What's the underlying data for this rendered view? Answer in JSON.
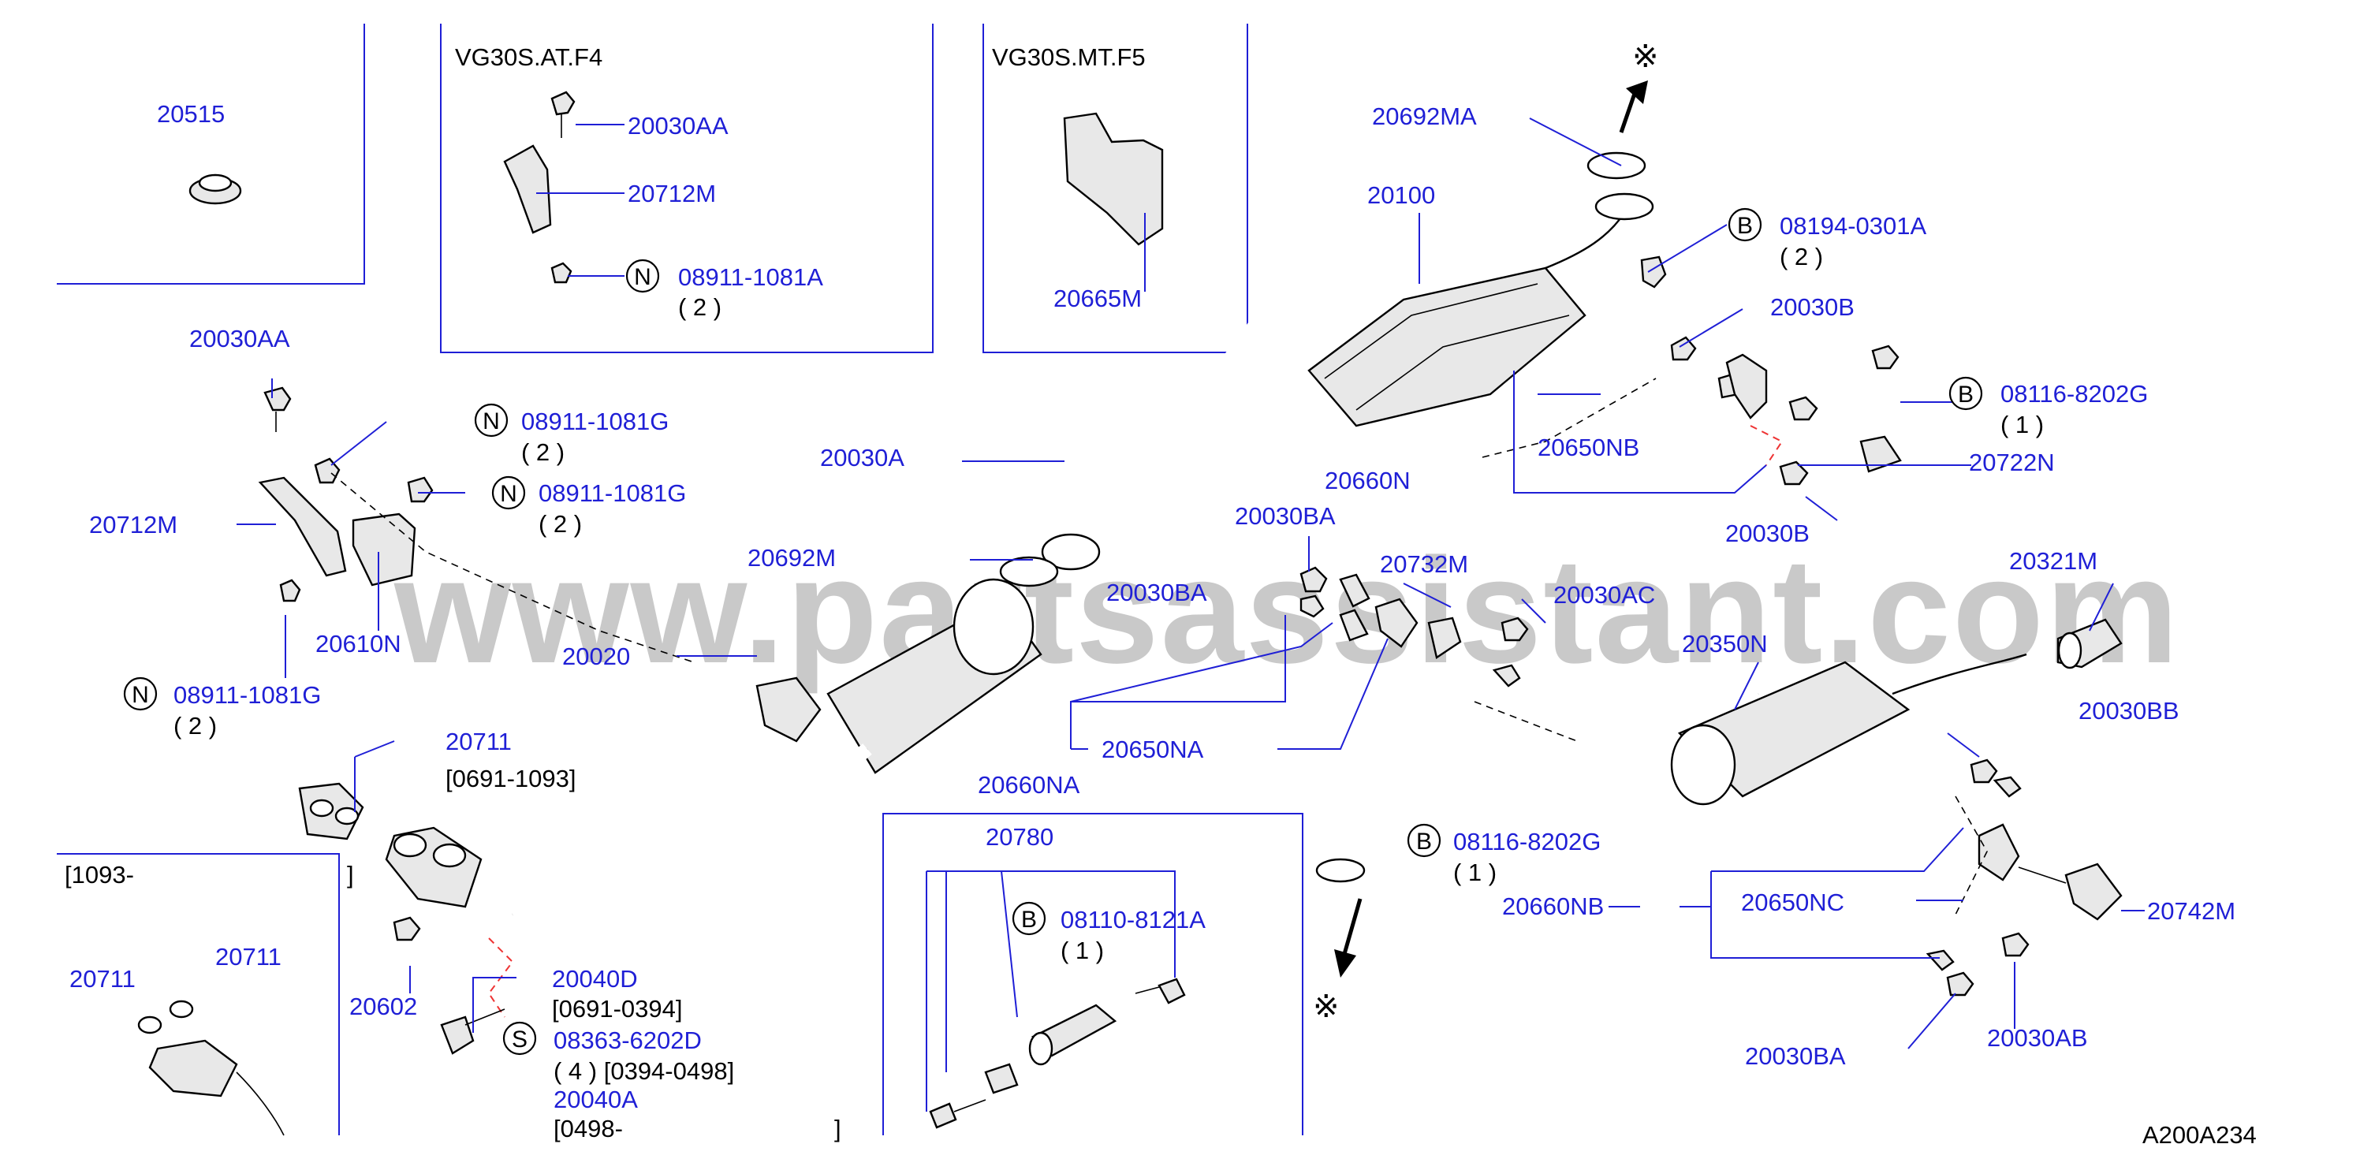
{
  "diagram": {
    "drawing_code": "A200A234",
    "watermark": "www.partsassistant.com",
    "continuation_symbol": "※",
    "boxes": {
      "at_header": "VG30S.AT.F4",
      "mt_header": "VG30S.MT.F5"
    },
    "parts": {
      "p20515": "20515",
      "p20030AA_box": "20030AA",
      "p20712M_box": "20712M",
      "p08911_1081A": "08911-1081A",
      "qty_08911_1081A": "( 2 )",
      "p20665M": "20665M",
      "p20692MA": "20692MA",
      "p20100": "20100",
      "p08194_0301A": "08194-0301A",
      "qty_08194_0301A": "( 2 )",
      "p20030B_top": "20030B",
      "p08116_8202G_top": "08116-8202G",
      "qty_08116_8202G_top": "( 1 )",
      "p20722N": "20722N",
      "p20030B_bottom": "20030B",
      "p20650NB": "20650NB",
      "p20660N": "20660N",
      "p20030AA_left": "20030AA",
      "p08911_1081G_a": "08911-1081G",
      "qty_08911_1081G_a": "( 2 )",
      "p08911_1081G_b": "08911-1081G",
      "qty_08911_1081G_b": "( 2 )",
      "p20712M_left": "20712M",
      "p20030A": "20030A",
      "p20692M": "20692M",
      "p20030BA_top": "20030BA",
      "p20030BA_mid": "20030BA",
      "p20732M": "20732M",
      "p20030AC": "20030AC",
      "p20321M": "20321M",
      "p20610N": "20610N",
      "p20020": "20020",
      "p20350N": "20350N",
      "p08911_1081G_c": "08911-1081G",
      "qty_08911_1081G_c": "( 2 )",
      "p20650NA": "20650NA",
      "p20660NA": "20660NA",
      "p20030BB": "20030BB",
      "p20711": "20711",
      "date_20711": "[0691-1093]",
      "p08116_8202G_mid": "08116-8202G",
      "qty_08116_8202G_mid": "( 1 )",
      "p20660NB": "20660NB",
      "p20650NC": "20650NC",
      "p20742M": "20742M",
      "p20780": "20780",
      "p08110_8121A": "08110-8121A",
      "qty_08110_8121A": "( 1 )",
      "inset_date": "[1093-",
      "inset_bracket": "]",
      "p20711_a": "20711",
      "p20711_b": "20711",
      "p20602": "20602",
      "p20040D": "20040D",
      "date_20040D": "[0691-0394]",
      "p08363_6202D": "08363-6202D",
      "qty_08363_6202D": "( 4 ) [0394-0498]",
      "p20040A": "20040A",
      "date_20040A": "[0498-",
      "date_20040A_close": "]",
      "p20030BA_bottom": "20030BA",
      "p20030AB": "20030AB"
    },
    "prefixes": {
      "N": "N",
      "B": "B",
      "S": "S"
    }
  }
}
